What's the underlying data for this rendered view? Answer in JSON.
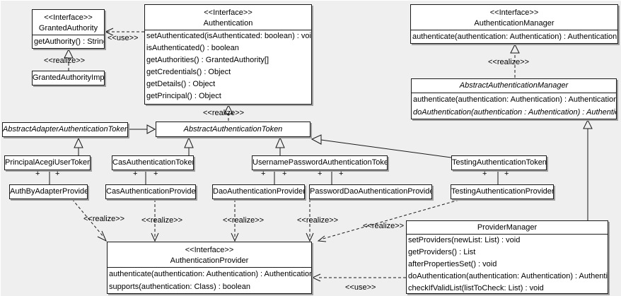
{
  "diagram": {
    "type": "uml-class-diagram",
    "subject": "Acegi / Spring Security authentication classes",
    "background_color": "#efefef",
    "box_fill": "#ffffff",
    "box_border": "#000000",
    "shadow_color": "#9f9f9f"
  },
  "classes": {
    "granted_authority": {
      "stereotype": "<<Interface>>",
      "name": "GrantedAuthority",
      "methods": [
        "getAuthority() : String"
      ]
    },
    "granted_authority_impl": {
      "name": "GrantedAuthorityImpl"
    },
    "authentication": {
      "stereotype": "<<Interface>>",
      "name": "Authentication",
      "methods": [
        "setAuthenticated(isAuthenticated: boolean) : void",
        "isAuthenticated() : boolean",
        "getAuthorities() : GrantedAuthority[]",
        "getCredentials() : Object",
        "getDetails() : Object",
        "getPrincipal() : Object"
      ]
    },
    "authentication_manager": {
      "stereotype": "<<Interface>>",
      "name": "AuthenticationManager",
      "methods": [
        "authenticate(authentication: Authentication) : Authentication"
      ]
    },
    "abstract_authentication_manager": {
      "name": "AbstractAuthenticationManager",
      "abstract": true,
      "methods": [
        "authenticate(authentication: Authentication) : Authentication",
        "doAuthentication(authentication : Authentication) : Authentication"
      ],
      "abstract_methods": [
        1
      ]
    },
    "abstract_adapter_authentication_token": {
      "name": "AbstractAdapterAuthenticationToken",
      "abstract": true
    },
    "abstract_authentication_token": {
      "name": "AbstractAuthenticationToken",
      "abstract": true
    },
    "principal_acegi_user_token": {
      "name": "PrincipalAcegiUserToken"
    },
    "cas_authentication_token": {
      "name": "CasAuthenticationToken"
    },
    "username_password_authentication_token": {
      "name": "UsernamePasswordAuthenticationToken"
    },
    "testing_authentication_token": {
      "name": "TestingAuthenticationToken"
    },
    "auth_by_adapter_provider": {
      "name": "AuthByAdapterProvider"
    },
    "cas_authentication_provider": {
      "name": "CasAuthenticationProvider"
    },
    "dao_authentication_provider": {
      "name": "DaoAuthenticationProvider"
    },
    "password_dao_authentication_provider": {
      "name": "PasswordDaoAuthenticationProvider"
    },
    "testing_authentication_provider": {
      "name": "TestingAuthenticationProvider"
    },
    "provider_manager": {
      "name": "ProviderManager",
      "methods": [
        "setProviders(newList: List) : void",
        "getProviders() : List",
        "afterPropertiesSet() : void",
        "doAuthentication(authentication: Authentication) : Authentication",
        "checkIfValidList(listToCheck: List) : void"
      ]
    },
    "authentication_provider": {
      "stereotype": "<<Interface>>",
      "name": "AuthenticationProvider",
      "methods": [
        "authenticate(authentication: Authentication) : Authentication",
        "supports(authentication: Class) : boolean"
      ]
    }
  },
  "edges": [
    {
      "id": "use-authentication-grantedauthority",
      "type": "use",
      "from": "Authentication",
      "to": "GrantedAuthority",
      "label": "<<use>>"
    },
    {
      "id": "realize-grantedauthorityimpl",
      "type": "realize",
      "from": "GrantedAuthorityImpl",
      "to": "GrantedAuthority",
      "label": "<<realize>>"
    },
    {
      "id": "realize-abstractauthenticationtoken",
      "type": "realize",
      "from": "AbstractAuthenticationToken",
      "to": "Authentication",
      "label": "<<realize>>"
    },
    {
      "id": "realize-abstractauthenticationmanager",
      "type": "realize",
      "from": "AbstractAuthenticationManager",
      "to": "AuthenticationManager",
      "label": "<<realize>>"
    },
    {
      "id": "gen-abstractadapter",
      "type": "generalization",
      "from": "AbstractAdapterAuthenticationToken",
      "to": "AbstractAuthenticationToken"
    },
    {
      "id": "gen-principalacegiusertoken",
      "type": "generalization",
      "from": "PrincipalAcegiUserToken",
      "to": "AbstractAdapterAuthenticationToken"
    },
    {
      "id": "gen-casauthenticationtoken",
      "type": "generalization",
      "from": "CasAuthenticationToken",
      "to": "AbstractAuthenticationToken"
    },
    {
      "id": "gen-usernamepasswordtoken",
      "type": "generalization",
      "from": "UsernamePasswordAuthenticationToken",
      "to": "AbstractAuthenticationToken"
    },
    {
      "id": "gen-testingtoken",
      "type": "generalization",
      "from": "TestingAuthenticationToken",
      "to": "AbstractAuthenticationToken"
    },
    {
      "id": "gen-providermanager",
      "type": "generalization",
      "from": "ProviderManager",
      "to": "AbstractAuthenticationManager"
    },
    {
      "id": "assoc-principal-authbyadapter",
      "type": "association",
      "from": "PrincipalAcegiUserToken",
      "to": "AuthByAdapterProvider",
      "end_labels": [
        "+",
        "+"
      ]
    },
    {
      "id": "assoc-cas",
      "type": "association",
      "from": "CasAuthenticationToken",
      "to": "CasAuthenticationProvider",
      "end_labels": [
        "+",
        "+"
      ]
    },
    {
      "id": "assoc-usernamepassword-dao",
      "type": "association",
      "from": "UsernamePasswordAuthenticationToken",
      "to": "DaoAuthenticationProvider",
      "end_labels": [
        "+",
        "+"
      ]
    },
    {
      "id": "assoc-usernamepassword-passworddao",
      "type": "association",
      "from": "UsernamePasswordAuthenticationToken",
      "to": "PasswordDaoAuthenticationProvider",
      "end_labels": [
        "+",
        "+"
      ]
    },
    {
      "id": "assoc-testing",
      "type": "association",
      "from": "TestingAuthenticationToken",
      "to": "TestingAuthenticationProvider",
      "end_labels": [
        "+",
        "+"
      ]
    },
    {
      "id": "realize-authbyadapterprovider",
      "type": "realize",
      "from": "AuthByAdapterProvider",
      "to": "AuthenticationProvider",
      "label": "<<realize>>"
    },
    {
      "id": "realize-casprovider",
      "type": "realize",
      "from": "CasAuthenticationProvider",
      "to": "AuthenticationProvider",
      "label": "<<realize>>"
    },
    {
      "id": "realize-daoprovider",
      "type": "realize",
      "from": "DaoAuthenticationProvider",
      "to": "AuthenticationProvider",
      "label": "<<realize>>"
    },
    {
      "id": "realize-passworddaoprovider",
      "type": "realize",
      "from": "PasswordDaoAuthenticationProvider",
      "to": "AuthenticationProvider",
      "label": "<<realize>>"
    },
    {
      "id": "realize-testingprovider",
      "type": "realize",
      "from": "TestingAuthenticationProvider",
      "to": "AuthenticationProvider",
      "label": "<<realize>>"
    },
    {
      "id": "use-providermanager-authenticationprovider",
      "type": "use",
      "from": "ProviderManager",
      "to": "AuthenticationProvider",
      "label": "<<use>>"
    }
  ]
}
